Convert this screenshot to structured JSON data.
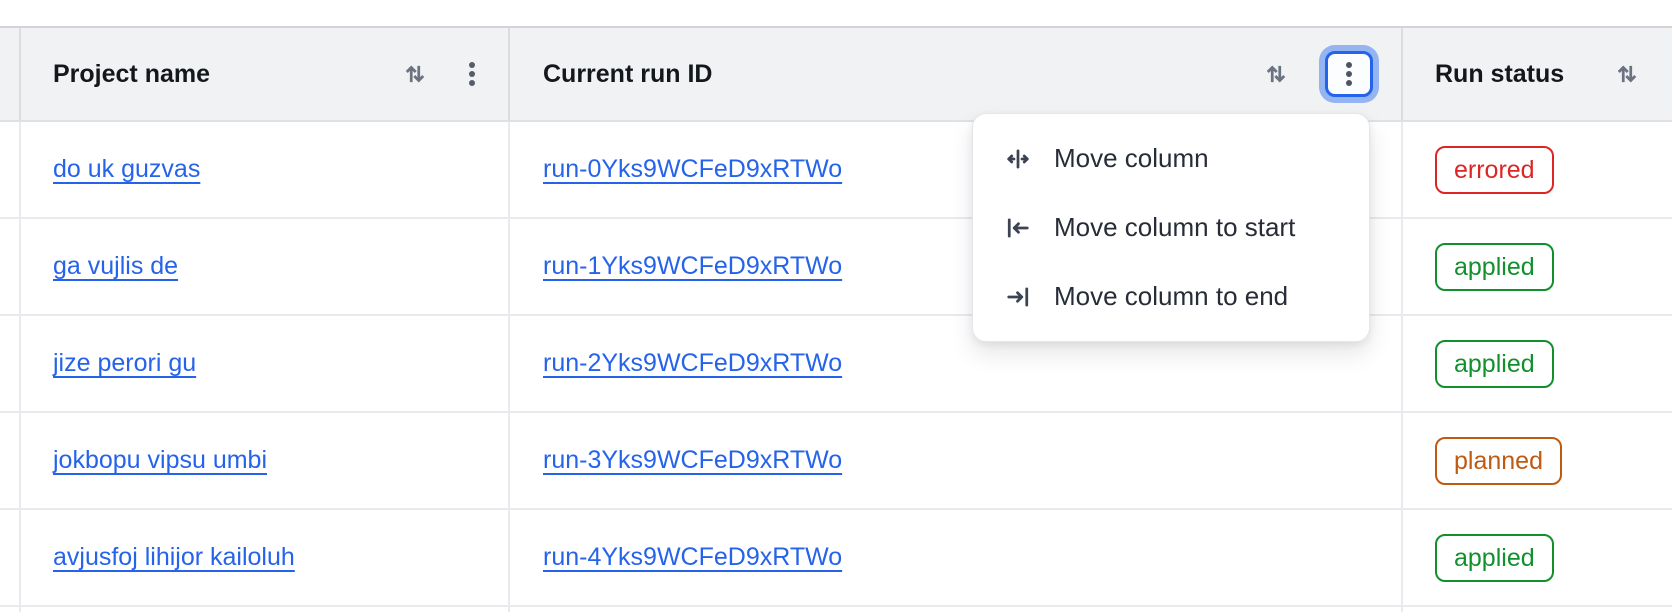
{
  "table": {
    "columns": [
      {
        "label": "Project name",
        "sort_icon": "sort-arrows-icon",
        "menu_icon": "kebab-vertical-icon"
      },
      {
        "label": "Current run ID",
        "sort_icon": "sort-arrows-icon",
        "menu_icon": "kebab-vertical-icon",
        "menu_open": true
      },
      {
        "label": "Run status",
        "sort_icon": "sort-arrows-icon"
      }
    ],
    "rows": [
      {
        "project": "do uk guzvas",
        "run_id": "run-0Yks9WCFeD9xRTWo",
        "status": "errored"
      },
      {
        "project": "ga vujlis de",
        "run_id": "run-1Yks9WCFeD9xRTWo",
        "status": "applied"
      },
      {
        "project": "jize perori gu",
        "run_id": "run-2Yks9WCFeD9xRTWo",
        "status": "applied"
      },
      {
        "project": "jokbopu vipsu umbi",
        "run_id": "run-3Yks9WCFeD9xRTWo",
        "status": "planned"
      },
      {
        "project": "avjusfoj lihijor kailoluh",
        "run_id": "run-4Yks9WCFeD9xRTWo",
        "status": "applied"
      }
    ]
  },
  "menu": {
    "items": [
      {
        "label": "Move column",
        "icon": "move-column-icon"
      },
      {
        "label": "Move column to start",
        "icon": "move-column-to-start-icon"
      },
      {
        "label": "Move column to end",
        "icon": "move-column-to-end-icon"
      }
    ]
  },
  "colors": {
    "link": "#2563eb",
    "focus_border": "#2563eb",
    "focus_ring": "#95b4f2",
    "header_bg": "#f1f2f4",
    "status_errored": "#dc2626",
    "status_applied": "#12902e",
    "status_planned": "#c05a11"
  }
}
